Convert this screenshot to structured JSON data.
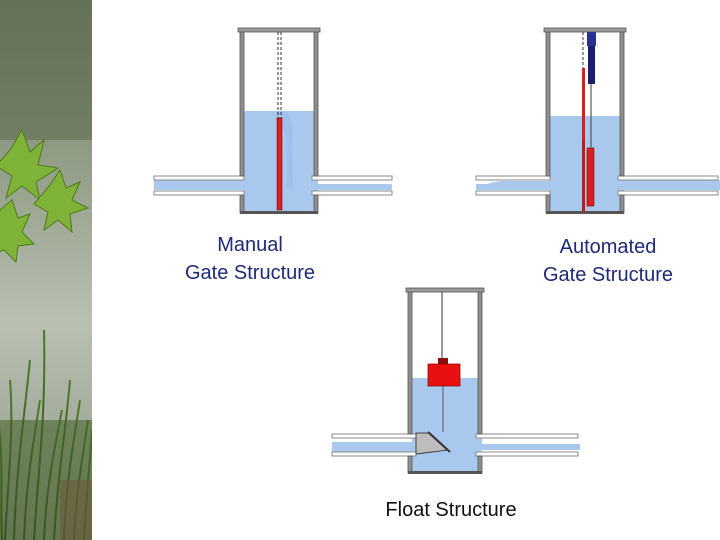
{
  "captions": {
    "manual": [
      "Manual",
      "Gate Structure"
    ],
    "automated": [
      "Automated",
      "Gate Structure"
    ],
    "float": "Float Structure"
  },
  "colors": {
    "water": "#a9c8ee",
    "gate": "#d81e1e",
    "float_body": "#e81010",
    "actuator": "#1a1f6e",
    "wall": "#7a7a7a",
    "pipe": "#8a8a8a",
    "manual_caption": "#1e2a78",
    "float_caption": "#101010"
  },
  "background_photo": {
    "subject": "riverbank with green leaves and grass beside water"
  }
}
